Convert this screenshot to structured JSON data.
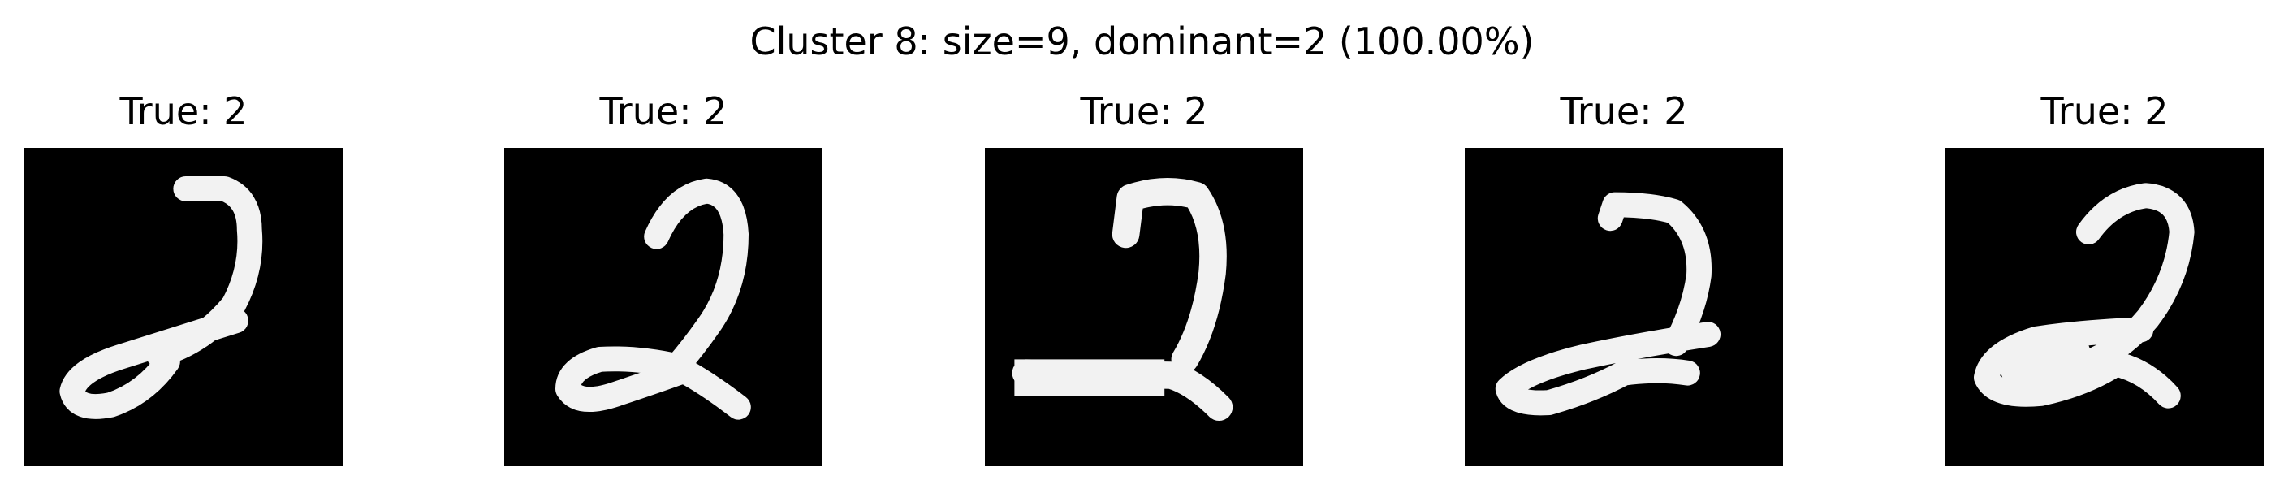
{
  "figure": {
    "title": "Cluster 8: size=9, dominant=2 (100.00%)",
    "panels": [
      {
        "title": "True: 2",
        "image": "handwritten digit 2"
      },
      {
        "title": "True: 2",
        "image": "handwritten digit 2"
      },
      {
        "title": "True: 2",
        "image": "handwritten digit 2"
      },
      {
        "title": "True: 2",
        "image": "handwritten digit 2"
      },
      {
        "title": "True: 2",
        "image": "handwritten digit 2"
      }
    ]
  }
}
